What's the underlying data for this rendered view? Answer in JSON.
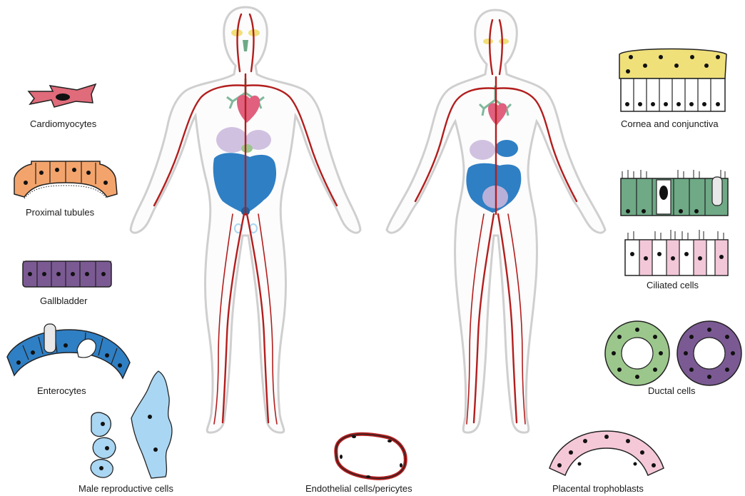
{
  "labels": {
    "cardiomyocytes": "Cardiomyocytes",
    "proximal_tubules": "Proximal tubules",
    "gallbladder": "Gallbladder",
    "enterocytes": "Enterocytes",
    "male_reproductive": "Male reproductive cells",
    "endothelial": "Endothelial cells/pericytes",
    "placental": "Placental trophoblasts",
    "cornea": "Cornea and conjunctiva",
    "ciliated": "Ciliated cells",
    "ductal": "Ductal cells"
  },
  "colors": {
    "vessel": "#b31e1e",
    "body_outline": "#cfcfcf",
    "heart": "#e0607e",
    "lungs": "#7fb89a",
    "organ_blue": "#2f7fc4",
    "organ_lilac": "#c9b6dc",
    "cardio": "#e06b7a",
    "tubule": "#f3a46c",
    "gallbladder": "#7b5a93",
    "enterocyte": "#2f7fc4",
    "sperm_blue": "#a9d6f2",
    "cornea_yellow": "#efe07a",
    "cilia_green": "#6fa986",
    "cilia_pink": "#f2c7d8",
    "ductal_green": "#9cc78c",
    "ductal_purple": "#7b5a93",
    "trophoblast_pink": "#f5c8d8"
  }
}
